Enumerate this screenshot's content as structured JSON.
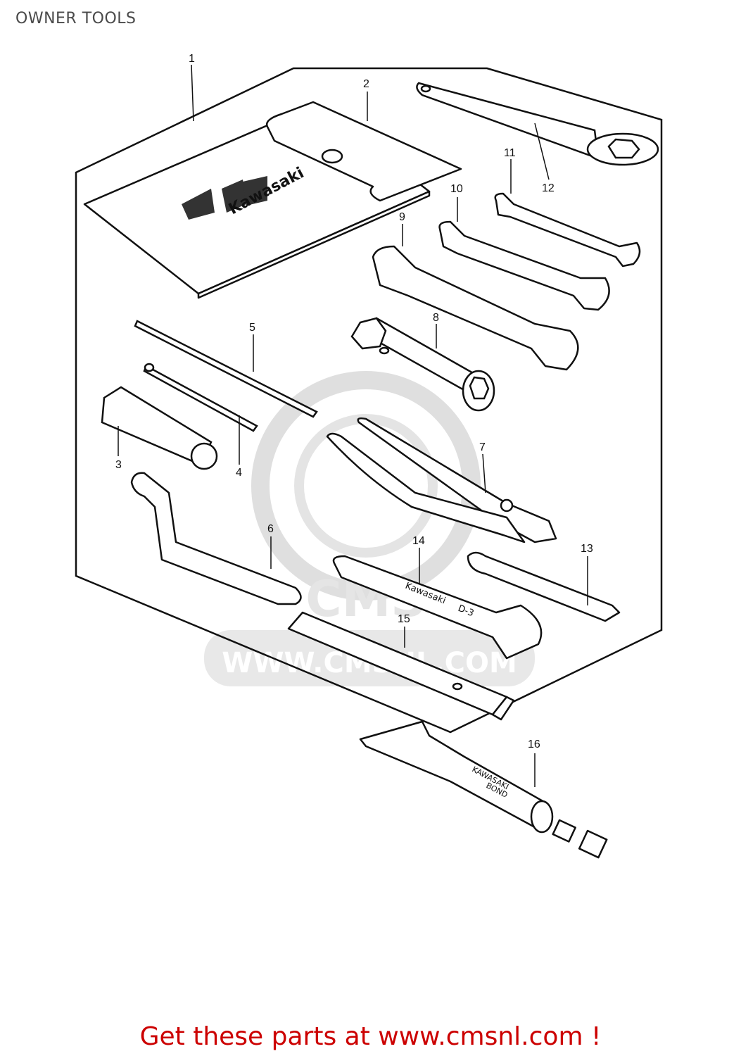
{
  "header": {
    "title": "OWNER TOOLS"
  },
  "watermark": {
    "logo_text": "CMS",
    "url": "WWW.CMSNL.COM"
  },
  "parts": {
    "bag_brand": "Kawasaki",
    "wrench14_brand": "Kawasaki",
    "wrench14_size": "D-3",
    "bond_label_1": "KAWASAKI",
    "bond_label_2": "BOND"
  },
  "callouts": [
    "1",
    "2",
    "3",
    "4",
    "5",
    "6",
    "7",
    "8",
    "9",
    "10",
    "11",
    "12",
    "13",
    "14",
    "15",
    "16"
  ],
  "footer": {
    "text": "Get these parts at www.cmsnl.com !"
  },
  "colors": {
    "footer": "#cc0000",
    "line": "#111111",
    "watermark": "#d9d9d9"
  }
}
